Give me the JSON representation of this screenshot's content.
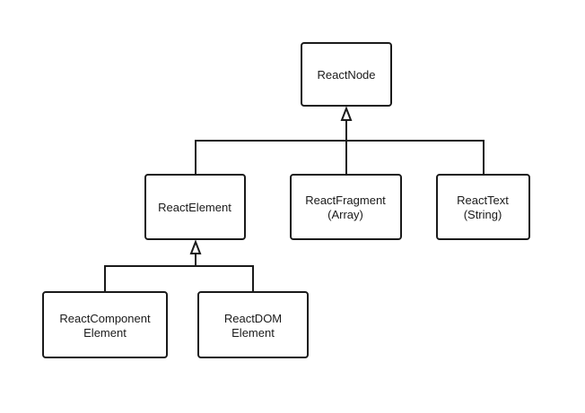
{
  "diagram": {
    "nodes": {
      "react_node": {
        "lines": [
          "ReactNode"
        ]
      },
      "react_element": {
        "lines": [
          "ReactElement"
        ]
      },
      "react_fragment": {
        "lines": [
          "ReactFragment",
          "(Array)"
        ]
      },
      "react_text": {
        "lines": [
          "ReactText",
          "(String)"
        ]
      },
      "react_component_element": {
        "lines": [
          "ReactComponent",
          "Element"
        ]
      },
      "react_dom_element": {
        "lines": [
          "ReactDOM",
          "Element"
        ]
      }
    }
  }
}
